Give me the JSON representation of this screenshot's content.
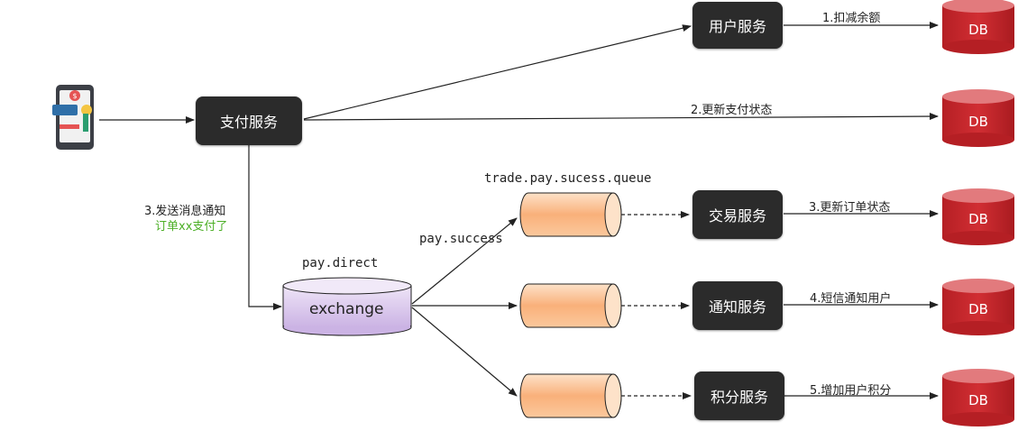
{
  "services": {
    "pay": "支付服务",
    "user": "用户服务",
    "trade": "交易服务",
    "notify": "通知服务",
    "points": "积分服务"
  },
  "db_label": "DB",
  "edges": {
    "user": "1.扣减余额",
    "pay_status": "2.更新支付状态",
    "trade": "3.更新订单状态",
    "notify": "4.短信通知用户",
    "points": "5.增加用户积分",
    "send_msg": "3.发送消息通知",
    "send_msg_sub": "订单xx支付了"
  },
  "exchange": {
    "name": "pay.direct",
    "label": "exchange",
    "routing_key": "pay.success"
  },
  "queue_name": "trade.pay.sucess.queue",
  "colors": {
    "box": "#2b2b2b",
    "db": "#c0262b",
    "exchange": "#d8c8ec",
    "queue": "#f9b07a",
    "green_text": "#4caf26"
  }
}
